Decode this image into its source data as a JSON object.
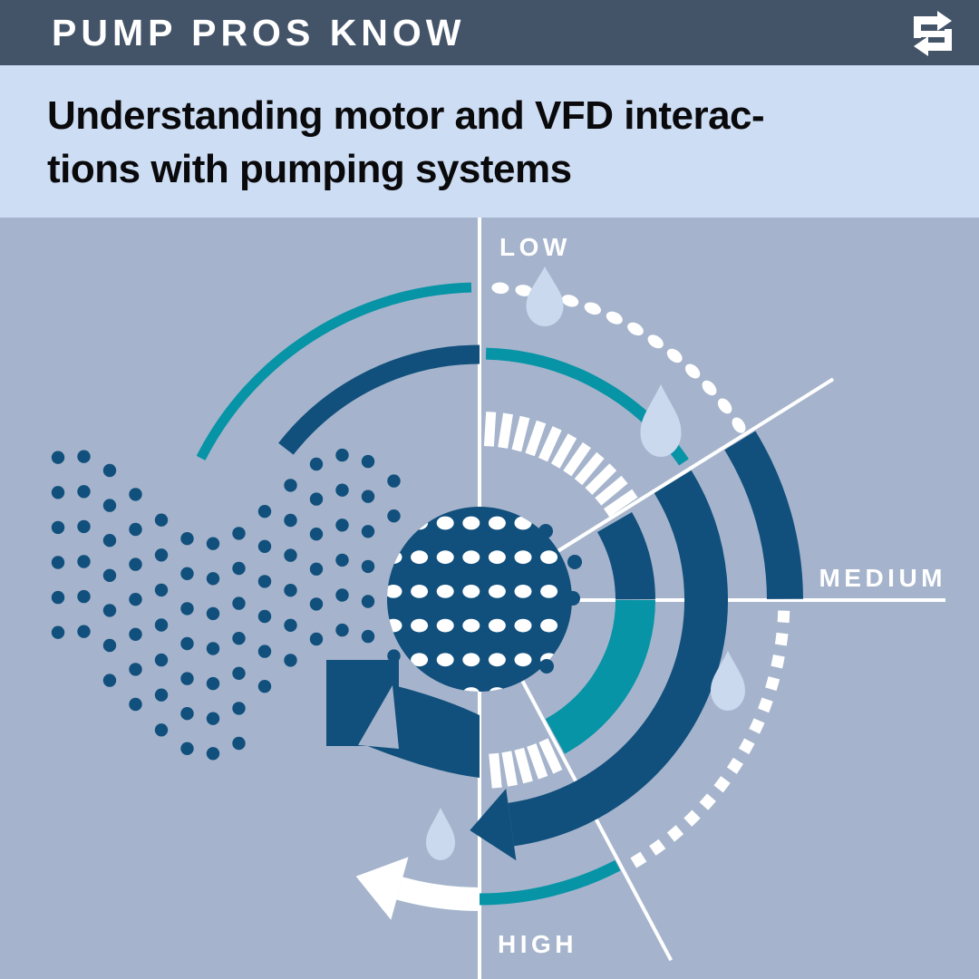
{
  "header": {
    "brand": "PUMP PROS KNOW",
    "logo": "hydraulic-institute-logo"
  },
  "title": {
    "line1": "Understanding motor and VFD interac-",
    "line2": "tions with pumping systems"
  },
  "diagram": {
    "labels": {
      "low": "LOW",
      "medium": "MEDIUM",
      "high": "HIGH"
    }
  },
  "palette": {
    "header_bg": "#435469",
    "band_bg": "#cdddf3",
    "main_bg": "#a5b4cc",
    "navy": "#114f7c",
    "teal": "#0794a6",
    "droplet": "#cbd9ee",
    "white": "#ffffff",
    "title_color": "#0a0a0c"
  }
}
